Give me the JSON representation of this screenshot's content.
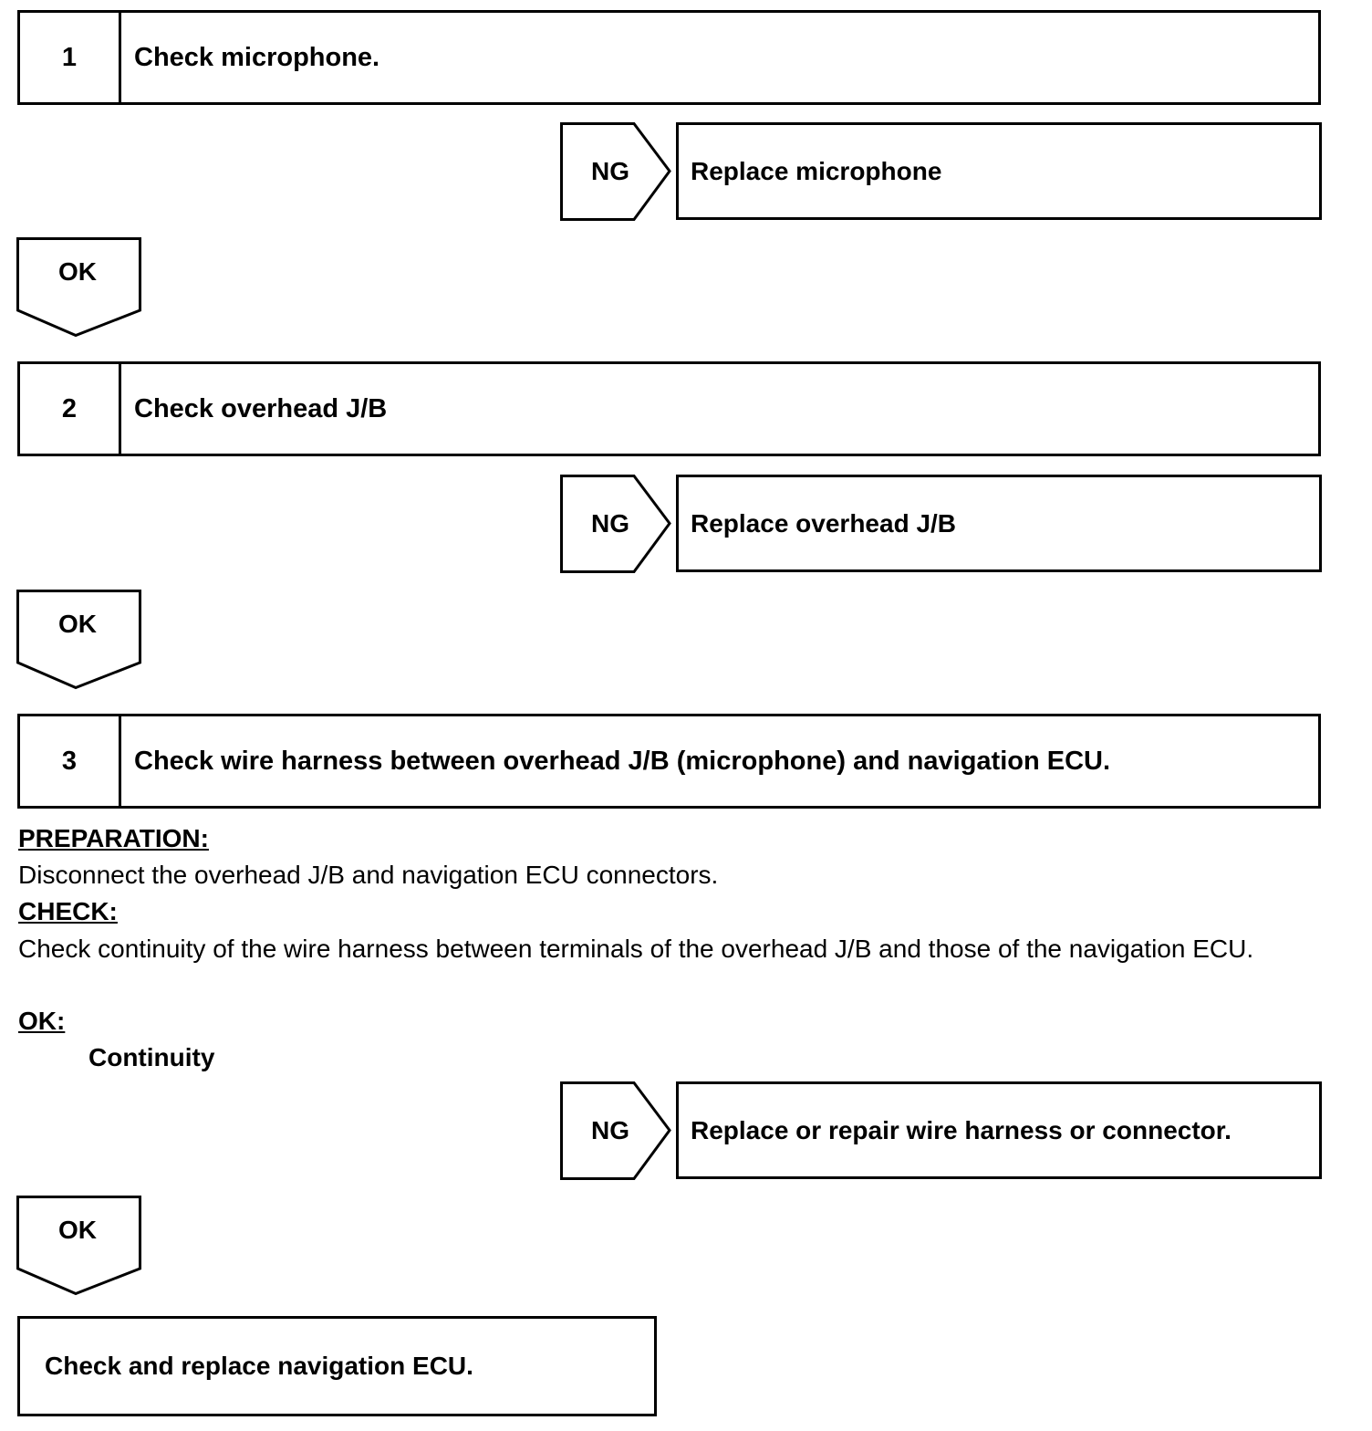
{
  "steps": [
    {
      "number": "1",
      "title": "Check microphone.",
      "ng_label": "NG",
      "ng_result": "Replace microphone",
      "ok_label": "OK"
    },
    {
      "number": "2",
      "title": "Check overhead J/B",
      "ng_label": "NG",
      "ng_result": "Replace overhead J/B",
      "ok_label": "OK"
    },
    {
      "number": "3",
      "title": "Check wire harness between overhead J/B (microphone) and navigation ECU.",
      "ng_label": "NG",
      "ng_result": "Replace or repair wire harness or connector.",
      "ok_label": "OK"
    }
  ],
  "step3_notes": {
    "preparation_heading": "PREPARATION:",
    "preparation_text": "Disconnect the overhead J/B and navigation ECU connectors.",
    "check_heading": "CHECK:",
    "check_text": "Check continuity of the wire harness between terminals of the overhead J/B and those of the navigation ECU.",
    "ok_heading": "OK:",
    "ok_value": "Continuity"
  },
  "final_action": "Check and replace navigation ECU."
}
